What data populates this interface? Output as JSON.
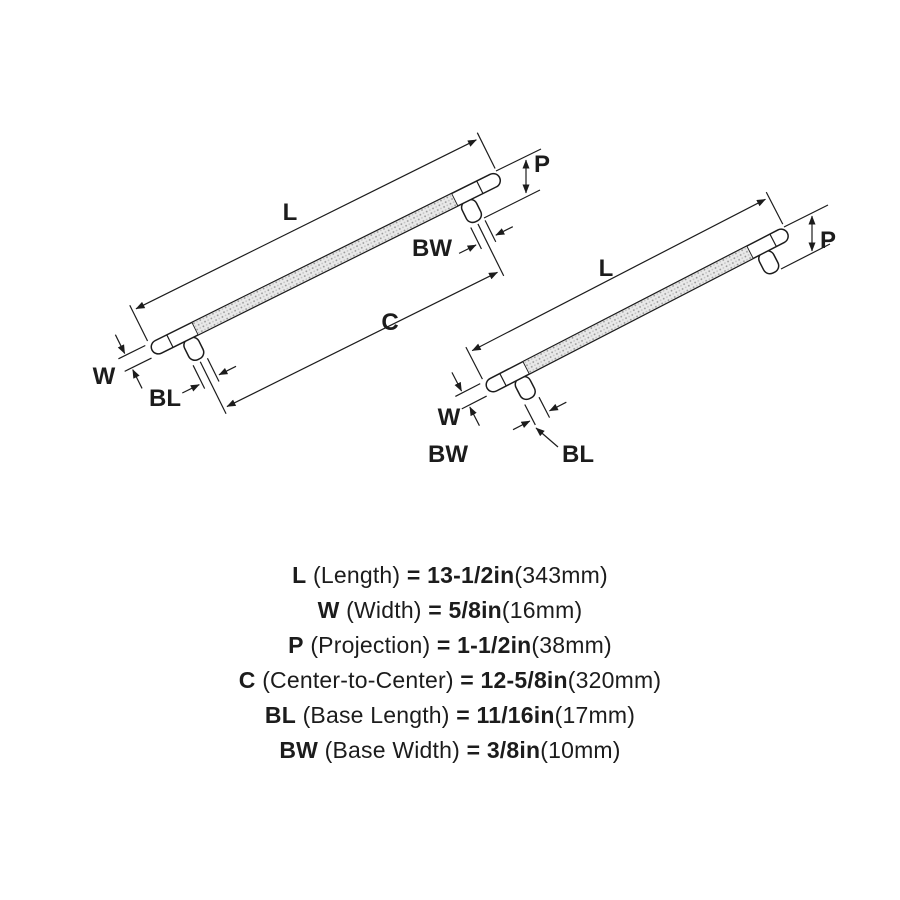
{
  "diagram": {
    "labels": {
      "length": "L",
      "width": "W",
      "projection": "P",
      "center": "C",
      "base_length": "BL",
      "base_width": "BW"
    },
    "colors": {
      "line": "#1c1c1c",
      "knurl_background": "#e9e9e9",
      "knurl_dots": "#9a9a9a",
      "background": "#ffffff"
    }
  },
  "legend": {
    "rows": [
      {
        "symbol": "L",
        "name": "(Length)",
        "equals": "=",
        "imperial": "13-1/2in",
        "metric": "(343mm)"
      },
      {
        "symbol": "W",
        "name": "(Width)",
        "equals": "=",
        "imperial": "5/8in",
        "metric": "(16mm)"
      },
      {
        "symbol": "P",
        "name": "(Projection)",
        "equals": "=",
        "imperial": "1-1/2in",
        "metric": "(38mm)"
      },
      {
        "symbol": "C",
        "name": "(Center-to-Center)",
        "equals": "=",
        "imperial": "12-5/8in",
        "metric": "(320mm)"
      },
      {
        "symbol": "BL",
        "name": "(Base Length)",
        "equals": "=",
        "imperial": "11/16in",
        "metric": "(17mm)"
      },
      {
        "symbol": "BW",
        "name": "(Base Width)",
        "equals": "=",
        "imperial": "3/8in",
        "metric": "(10mm)"
      }
    ]
  }
}
